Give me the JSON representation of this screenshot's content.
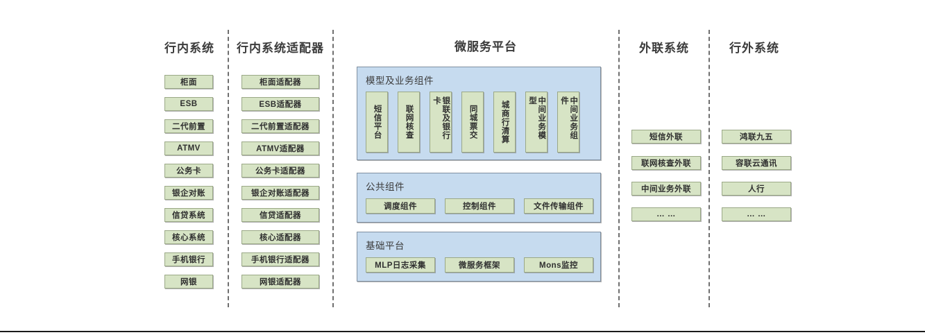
{
  "diagram": {
    "title_hidden": "",
    "colors": {
      "node_fill": "#d7e4c5",
      "node_border": "#9aa886",
      "panel_fill": "#c6dbef",
      "panel_border": "#7f8fa0",
      "divider": "#6f6f6f",
      "heading_text": "#3b3b3b"
    }
  },
  "columns": [
    {
      "id": "in-bank-systems",
      "title": "行内系统",
      "nodes": [
        "柜面",
        "ESB",
        "二代前置",
        "ATMV",
        "公务卡",
        "银企对账",
        "信贷系统",
        "核心系统",
        "手机银行",
        "网银"
      ]
    },
    {
      "id": "in-bank-adapters",
      "title": "行内系统适配器",
      "nodes": [
        "柜面适配器",
        "ESB适配器",
        "二代前置适配器",
        "ATMV适配器",
        "公务卡适配器",
        "银企对账适配器",
        "信贷适配器",
        "核心适配器",
        "手机银行适配器",
        "网银适配器"
      ]
    },
    {
      "id": "microservice-platform",
      "title": "微服务平台",
      "panels": [
        {
          "id": "model-business-components",
          "title": "模型及业务组件",
          "orientation": "vertical",
          "nodes": [
            "短信平台",
            "联网核查",
            "银联及银行卡",
            "同城票交",
            "城商行清算",
            "中间业务模型",
            "中间业务组件"
          ]
        },
        {
          "id": "public-components",
          "title": "公共组件",
          "orientation": "horizontal",
          "nodes": [
            "调度组件",
            "控制组件",
            "文件传输组件"
          ]
        },
        {
          "id": "base-platform",
          "title": "基础平台",
          "orientation": "horizontal",
          "nodes": [
            "MLP日志采集",
            "微服务框架",
            "Mons监控"
          ]
        }
      ]
    },
    {
      "id": "external-link-systems",
      "title": "外联系统",
      "nodes": [
        "短信外联",
        "联网核查外联",
        "中间业务外联",
        "… …"
      ]
    },
    {
      "id": "off-bank-systems",
      "title": "行外系统",
      "nodes": [
        "鸿联九五",
        "容联云通讯",
        "人行",
        "… …"
      ]
    }
  ]
}
